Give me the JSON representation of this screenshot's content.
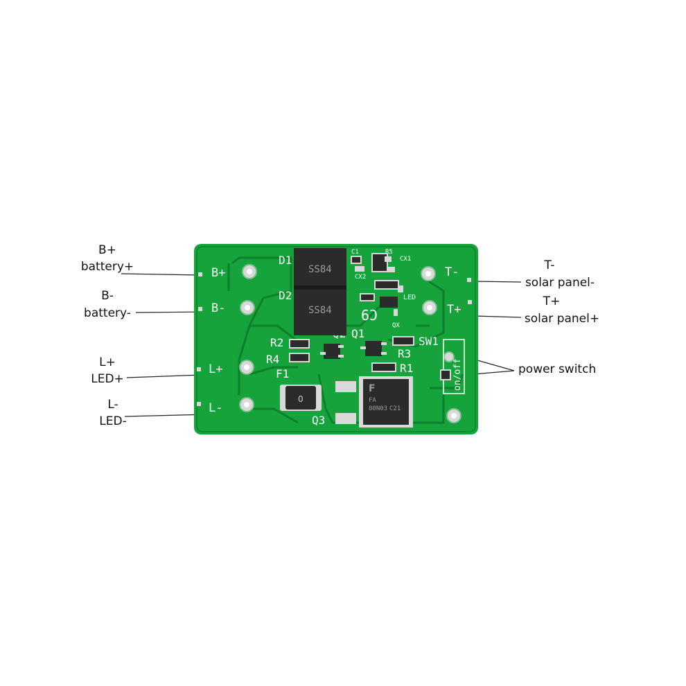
{
  "annotations": {
    "b_plus": {
      "code": "B+",
      "desc": "battery+"
    },
    "b_minus": {
      "code": "B-",
      "desc": "battery-"
    },
    "l_plus": {
      "code": "L+",
      "desc": "LED+"
    },
    "l_minus": {
      "code": "L-",
      "desc": "LED-"
    },
    "t_minus": {
      "code": "T-",
      "desc": "solar panel-"
    },
    "t_plus": {
      "code": "T+",
      "desc": "solar panel+"
    },
    "power_switch": "power switch"
  },
  "board": {
    "silkscreen": {
      "b_plus": "B+",
      "b_minus": "B-",
      "l_plus": "L+",
      "l_minus": "L-",
      "t_minus": "T-",
      "t_plus": "T+",
      "d1": "D1",
      "d2": "D2",
      "r2": "R2",
      "r4": "R4",
      "f1": "F1",
      "q3": "Q3",
      "q2": "Q2",
      "q1": "Q1",
      "r3": "R3",
      "r1": "R1",
      "sw1": "SW1",
      "c1": "C1",
      "r5": "R5",
      "cx1": "CX1",
      "cx2": "CX2",
      "led": "LED",
      "qx": "QX",
      "c9": "C9",
      "on_off": "on/off"
    },
    "components": {
      "diode_marking": "SS84",
      "fuse_marking": "0",
      "mosfet_logo": "F",
      "mosfet_part": "80N03",
      "mosfet_code": "FA",
      "mosfet_code2": "C21"
    }
  },
  "colors": {
    "pcb_green": "#17a33b",
    "pcb_dark": "#0f8a2e",
    "silkscreen": "#ffffff",
    "pad_silver": "#d9d9d9",
    "component_black": "#2b2b2b",
    "leader_line": "#222222"
  }
}
